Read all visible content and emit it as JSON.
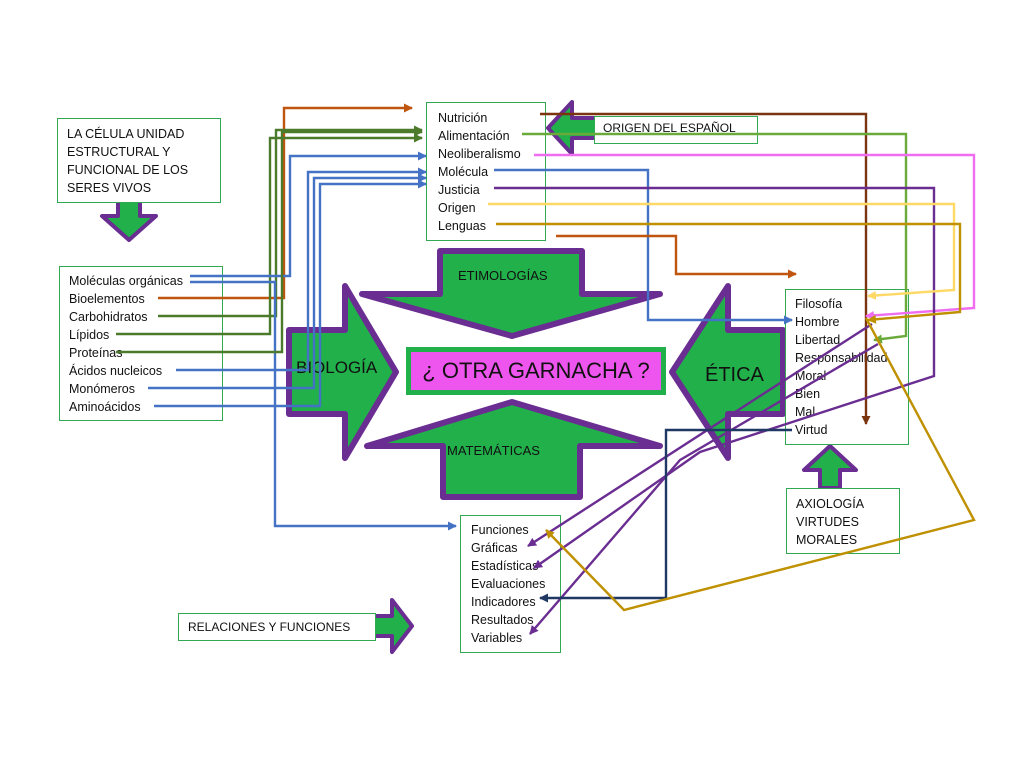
{
  "center": {
    "label": "¿ OTRA  GARNACHA ?"
  },
  "arrows": {
    "biologia": "BIOLOGÍA",
    "etica": "ÉTICA",
    "etimologias": "ETIMOLOGÍAS",
    "matematicas": "MATEMÁTICAS"
  },
  "cell_box": {
    "lines": [
      "LA CÉLULA UNIDAD",
      "ESTRUCTURAL Y",
      "FUNCIONAL DE LOS",
      "SERES VIVOS"
    ]
  },
  "biology_list": [
    "Moléculas orgánicas",
    "Bioelementos",
    "Carbohidratos",
    "Lípidos",
    "Proteínas",
    "Ácidos nucleicos",
    "Monómeros",
    "Aminoácidos"
  ],
  "etymology_list": [
    "Nutrición",
    "Alimentación",
    "Neoliberalismo",
    "Molécula",
    "Justicia",
    "Origen",
    "Lenguas"
  ],
  "origin_label": "ORIGEN DEL ESPAÑOL",
  "ethics_list": [
    "Filosofía",
    "Hombre",
    "Libertad",
    "Responsabilidad",
    "Moral",
    "Bien",
    "Mal",
    "Virtud"
  ],
  "axiology": {
    "lines": [
      "AXIOLOGÍA",
      "VIRTUDES",
      "MORALES"
    ]
  },
  "math_list": [
    "Funciones",
    "Gráficas",
    "Estadísticas",
    "Evaluaciones",
    "Indicadores",
    "Resultados",
    "Variables"
  ],
  "relations_label": "RELACIONES Y FUNCIONES",
  "colors": {
    "arrow_fill": "#22b04b",
    "arrow_border": "#6a2d91",
    "box_border": "#33a852",
    "brown": "#c0550f",
    "dark_green": "#4a7a2a",
    "green": "#6aaa3a",
    "blue": "#4472c4",
    "purple": "#6a2d91",
    "pink": "#f06cf0",
    "yellow": "#ffd966",
    "gold": "#bf9000",
    "dark_brown": "#7a3410",
    "navy": "#1f3864"
  }
}
